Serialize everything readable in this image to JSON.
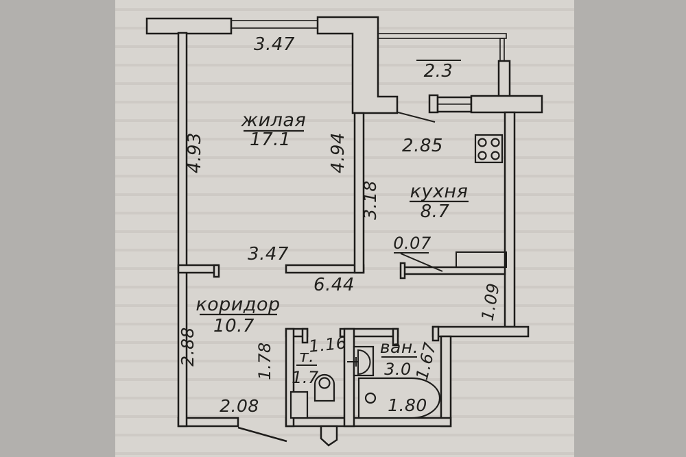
{
  "document": {
    "kind": "scanned apartment floor plan",
    "language": "ru"
  },
  "colors": {
    "ink": "#21201d",
    "paper": "#d8d5d0",
    "margin": "#b2b0ad",
    "wall_hatch_base": "#a39f99",
    "wall_hatch_line": "#55524d"
  },
  "rooms": {
    "living": {
      "name": "жилая",
      "area": "17.1"
    },
    "kitchen": {
      "name": "кухня",
      "area": "8.7"
    },
    "corridor": {
      "name": "коридор",
      "area": "10.7"
    },
    "toilet": {
      "name": "т.",
      "area": "1.7"
    },
    "bathroom": {
      "name": "ван.",
      "area": "3.0"
    },
    "balcony": {
      "area": "2.3"
    }
  },
  "dimensions": {
    "window_top": "3.47",
    "living_left": "4.93",
    "living_right": "4.94",
    "kitchen_partition": "3.18",
    "kitchen_top": "2.85",
    "kitchen_ledge": "0.07",
    "hall_top": "6.44",
    "living_bottom": "3.47",
    "nook_right": "1.09",
    "corridor_left": "2.88",
    "corridor_bottom": "2.08",
    "toilet_side": "1.78",
    "toilet_top": "1.16",
    "bathroom_side": "1.67",
    "bathtub_length": "1.80"
  },
  "fixtures": [
    "stove",
    "sink",
    "bathtub",
    "toilet",
    "washing-machine"
  ]
}
